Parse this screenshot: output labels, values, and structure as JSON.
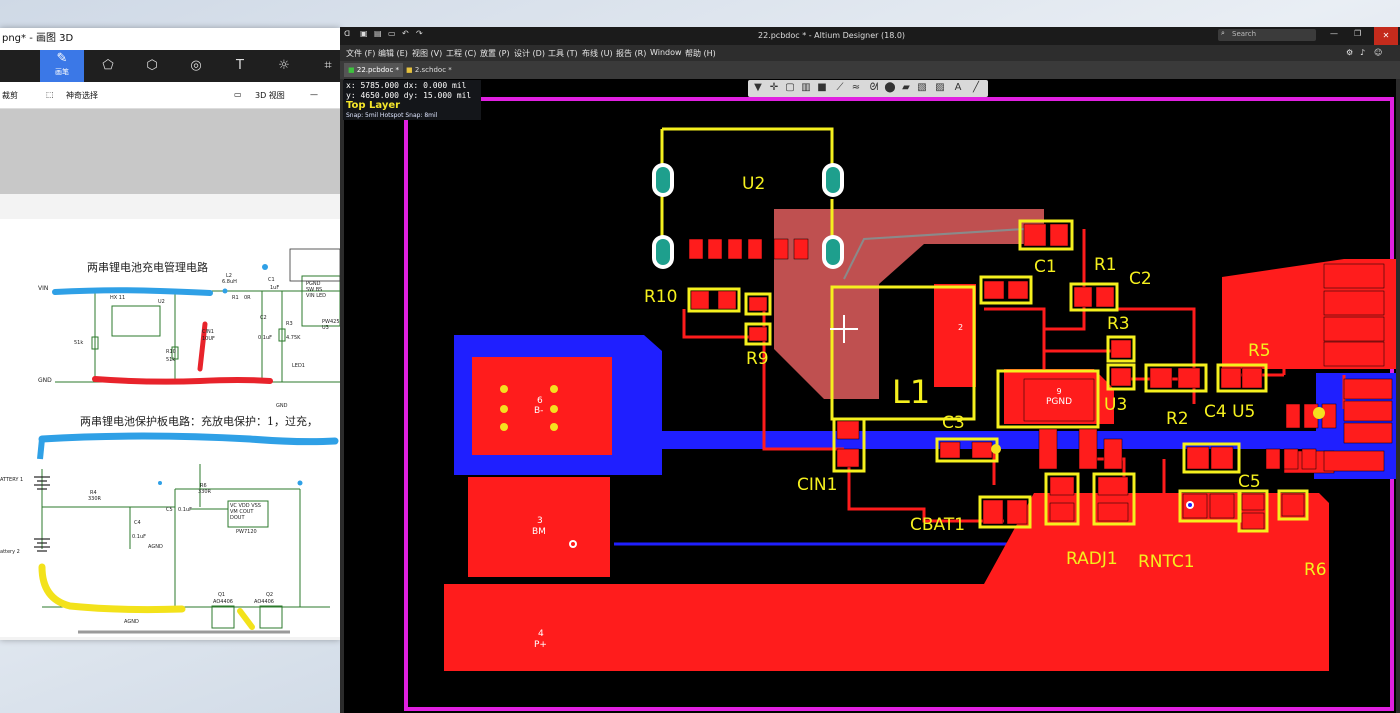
{
  "paint": {
    "title": "png* - 画图 3D",
    "ribbon_brush_label": "画笔",
    "sub_crop": "裁剪",
    "sub_magic_select": "神奇选择",
    "sub_3d_view": "3D 视图",
    "sub_minus": "—",
    "schematic": {
      "title1": "两串锂电池充电管理电路",
      "title2": "两串锂电池保护板电路：充放电保护：1，过充，",
      "vin": "VIN",
      "gnd": "GND",
      "agnd": "AGND",
      "battery1": "ATTERY 1",
      "battery2": "attery 2",
      "l2": "L2",
      "l2v": "6.8uH",
      "c1": "C1",
      "c1v": "1uF",
      "r1": "R1",
      "r1v": "0R",
      "u2": "U2",
      "hx": "HX 11",
      "cin1": "CIN1",
      "cin1v": "10UF",
      "r10": "R10",
      "r10v": "51k",
      "r9v": "51k",
      "c2": "C2",
      "c2v": "0.1uF",
      "r3": "R3",
      "r3v": "4.75K",
      "led1": "LED1",
      "pw": "PW425",
      "u3": "U3",
      "pins_u3": "PGND SW BS VIN LED",
      "r4": "R4",
      "r4v": "330R",
      "r6": "R6",
      "r6v": "330R",
      "c4": "C4",
      "c4v": "0.1uF",
      "c5": "C5",
      "c5v": "0.1uF",
      "pw7120": "PW7120",
      "pins_pw7120": "VC VDD VSS VM COUT DOUT",
      "q1": "Q1",
      "q1v": "AO4406",
      "q2": "Q2",
      "q2v": "AO4406"
    }
  },
  "altium": {
    "title": "22.pcbdoc * - Altium Designer (18.0)",
    "search_placeholder": "Search",
    "menus": [
      "文件 (F)",
      "编辑 (E)",
      "视图 (V)",
      "工程 (C)",
      "放置 (P)",
      "设计 (D)",
      "工具 (T)",
      "布线 (U)",
      "报告 (R)",
      "Window",
      "帮助 (H)"
    ],
    "tabs": [
      "22.pcbdoc *",
      "2.schdoc *"
    ],
    "info": {
      "x": "x:   5785.000  dx:    0.000 mil",
      "y": "y:   4650.000  dy:   15.000 mil",
      "layer": "Top Layer",
      "snap": "Snap: 5mil Hotspot Snap: 8mil"
    },
    "designators": {
      "u2": "U2",
      "r10": "R10",
      "r9": "R9",
      "l1": "L1",
      "c1": "C1",
      "r1": "R1",
      "c2": "C2",
      "r3": "R3",
      "r5": "R5",
      "u3": "U3",
      "r2": "R2",
      "c4u5": "C4 U5",
      "c3": "C3",
      "cin1": "CIN1",
      "cbat1": "CBAT1",
      "radj1": "RADJ1",
      "rntc1": "RNTC1",
      "c5": "C5",
      "r6": "R6",
      "pgnd_num": "9",
      "pgnd": "PGND",
      "pad6_num": "6",
      "pad6": "B-",
      "pad3_num": "3",
      "pad3": "BM",
      "pad4_num": "4",
      "pad4": "P+",
      "l1_pad": "2"
    },
    "colors": {
      "top_layer": "#ff1c1c",
      "bottom_layer": "#1f1fff",
      "overlay": "#f5f01e",
      "keepout": "#e020e0"
    }
  }
}
